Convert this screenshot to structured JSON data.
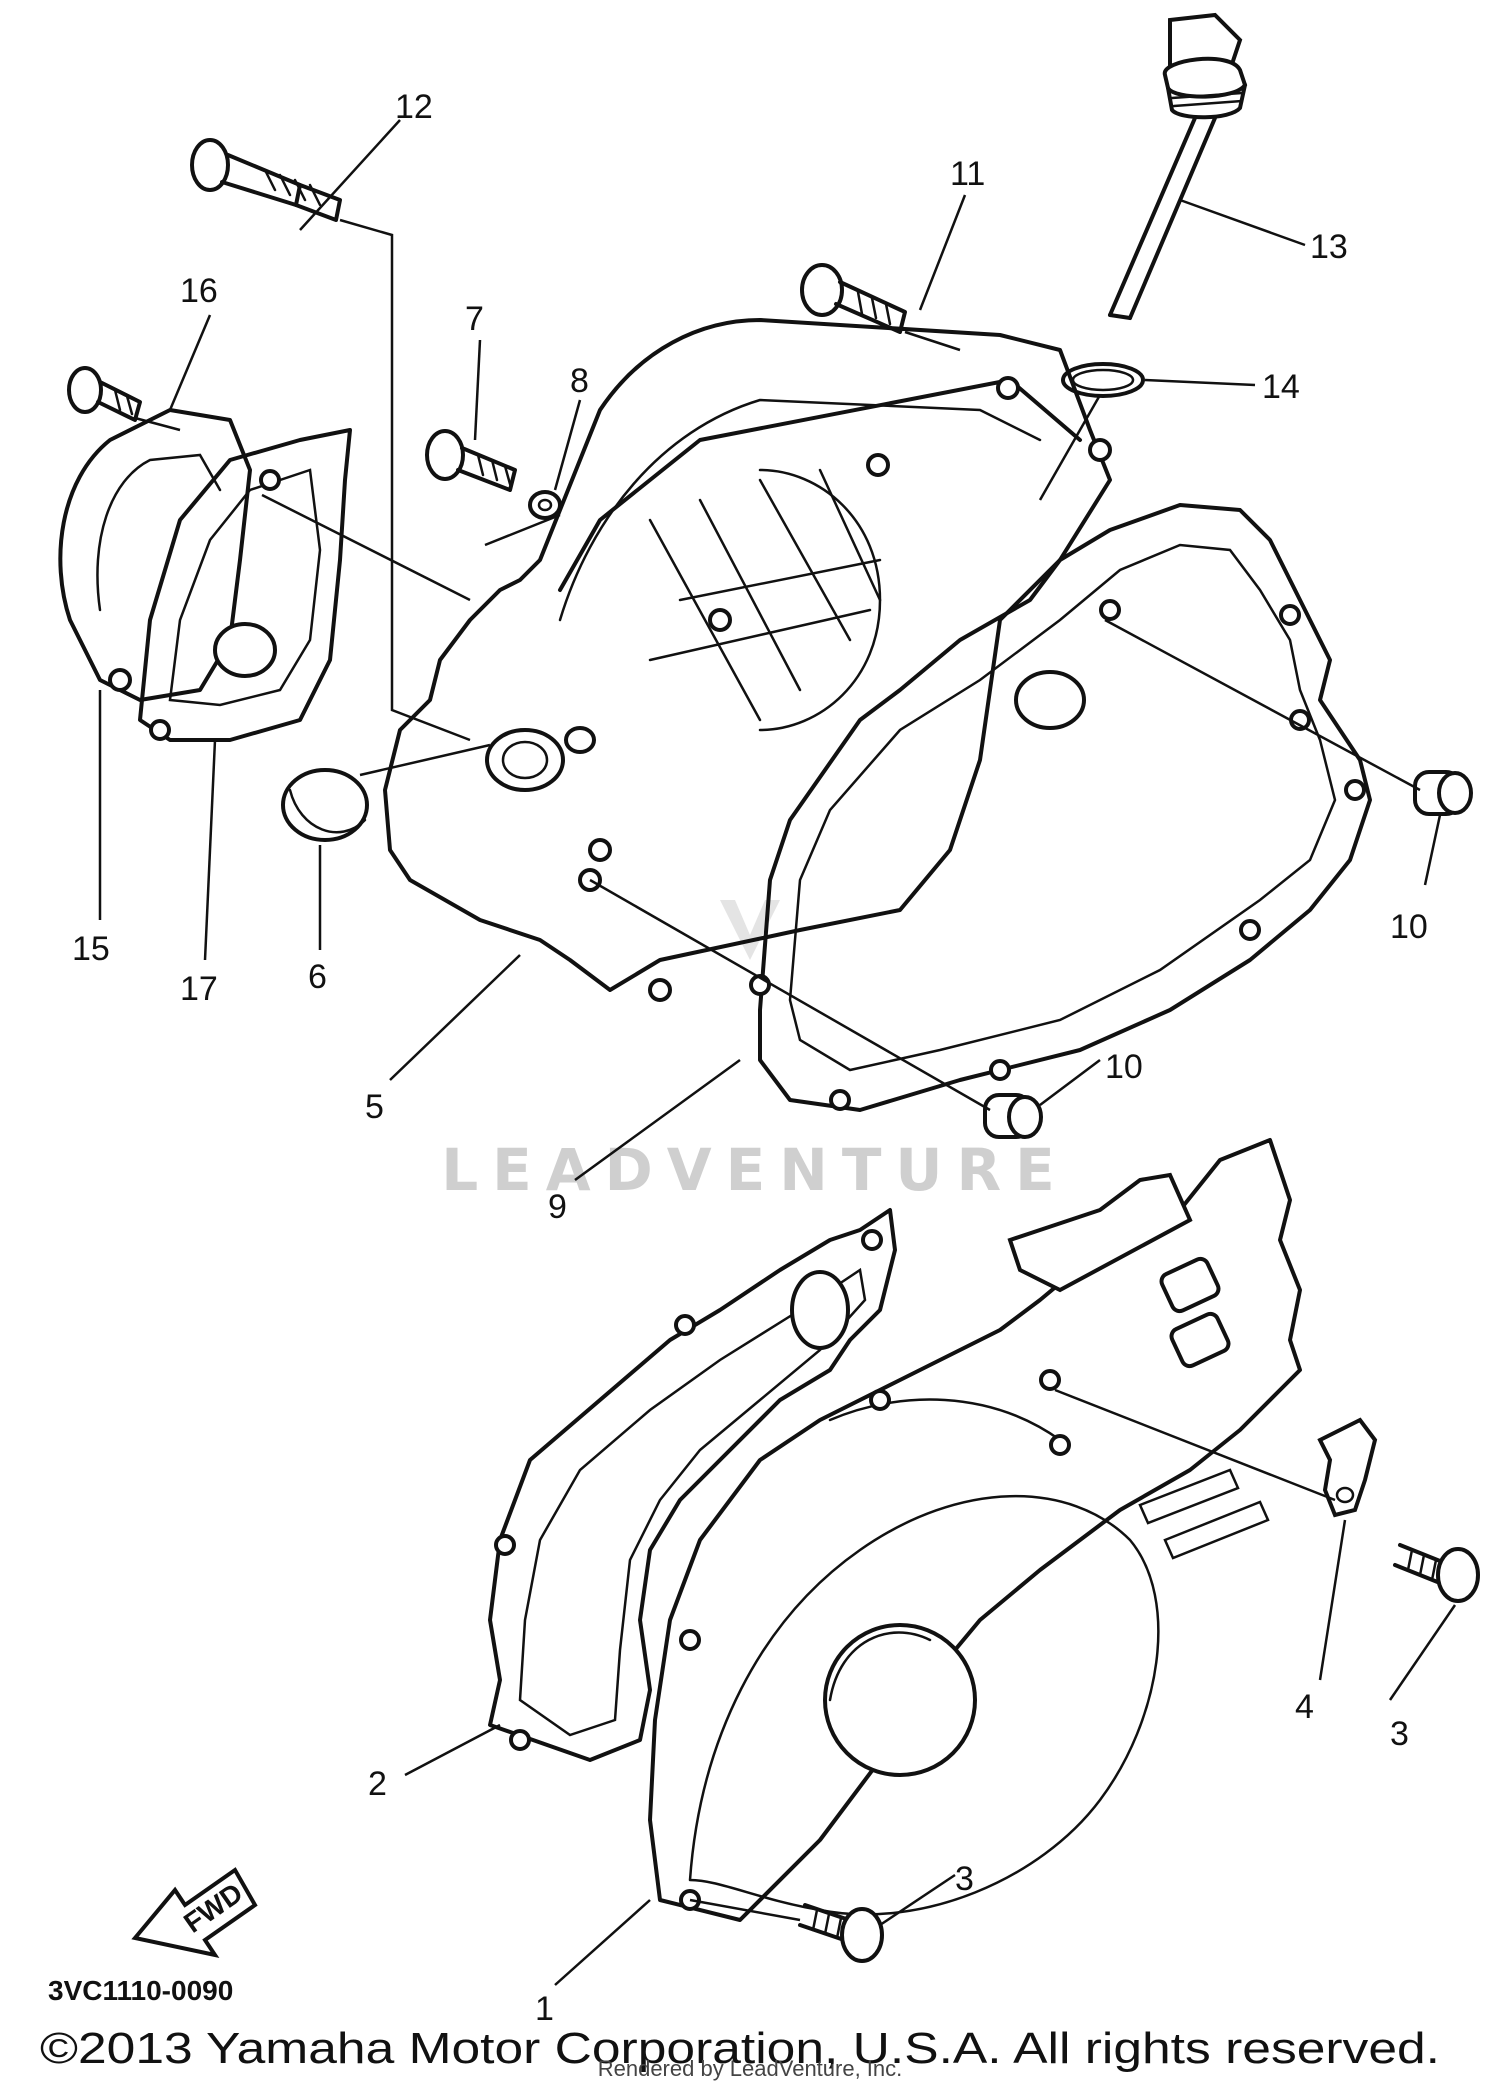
{
  "callouts": [
    "1",
    "2",
    "3",
    "4",
    "5",
    "6",
    "7",
    "8",
    "9",
    "10",
    "11",
    "12",
    "13",
    "14",
    "15",
    "16",
    "17"
  ],
  "fwd_label": "FWD",
  "diagram_code": "3VC1110-0090",
  "watermark": "LEADVENTURE",
  "copyright": "©2013 Yamaha Motor Corporation, U.S.A. All rights reserved.",
  "rendered_by": "Rendered by LeadVenture, Inc.",
  "colors": {
    "ink": "#111111",
    "background": "#ffffff",
    "watermark": "#cfcfcf"
  }
}
